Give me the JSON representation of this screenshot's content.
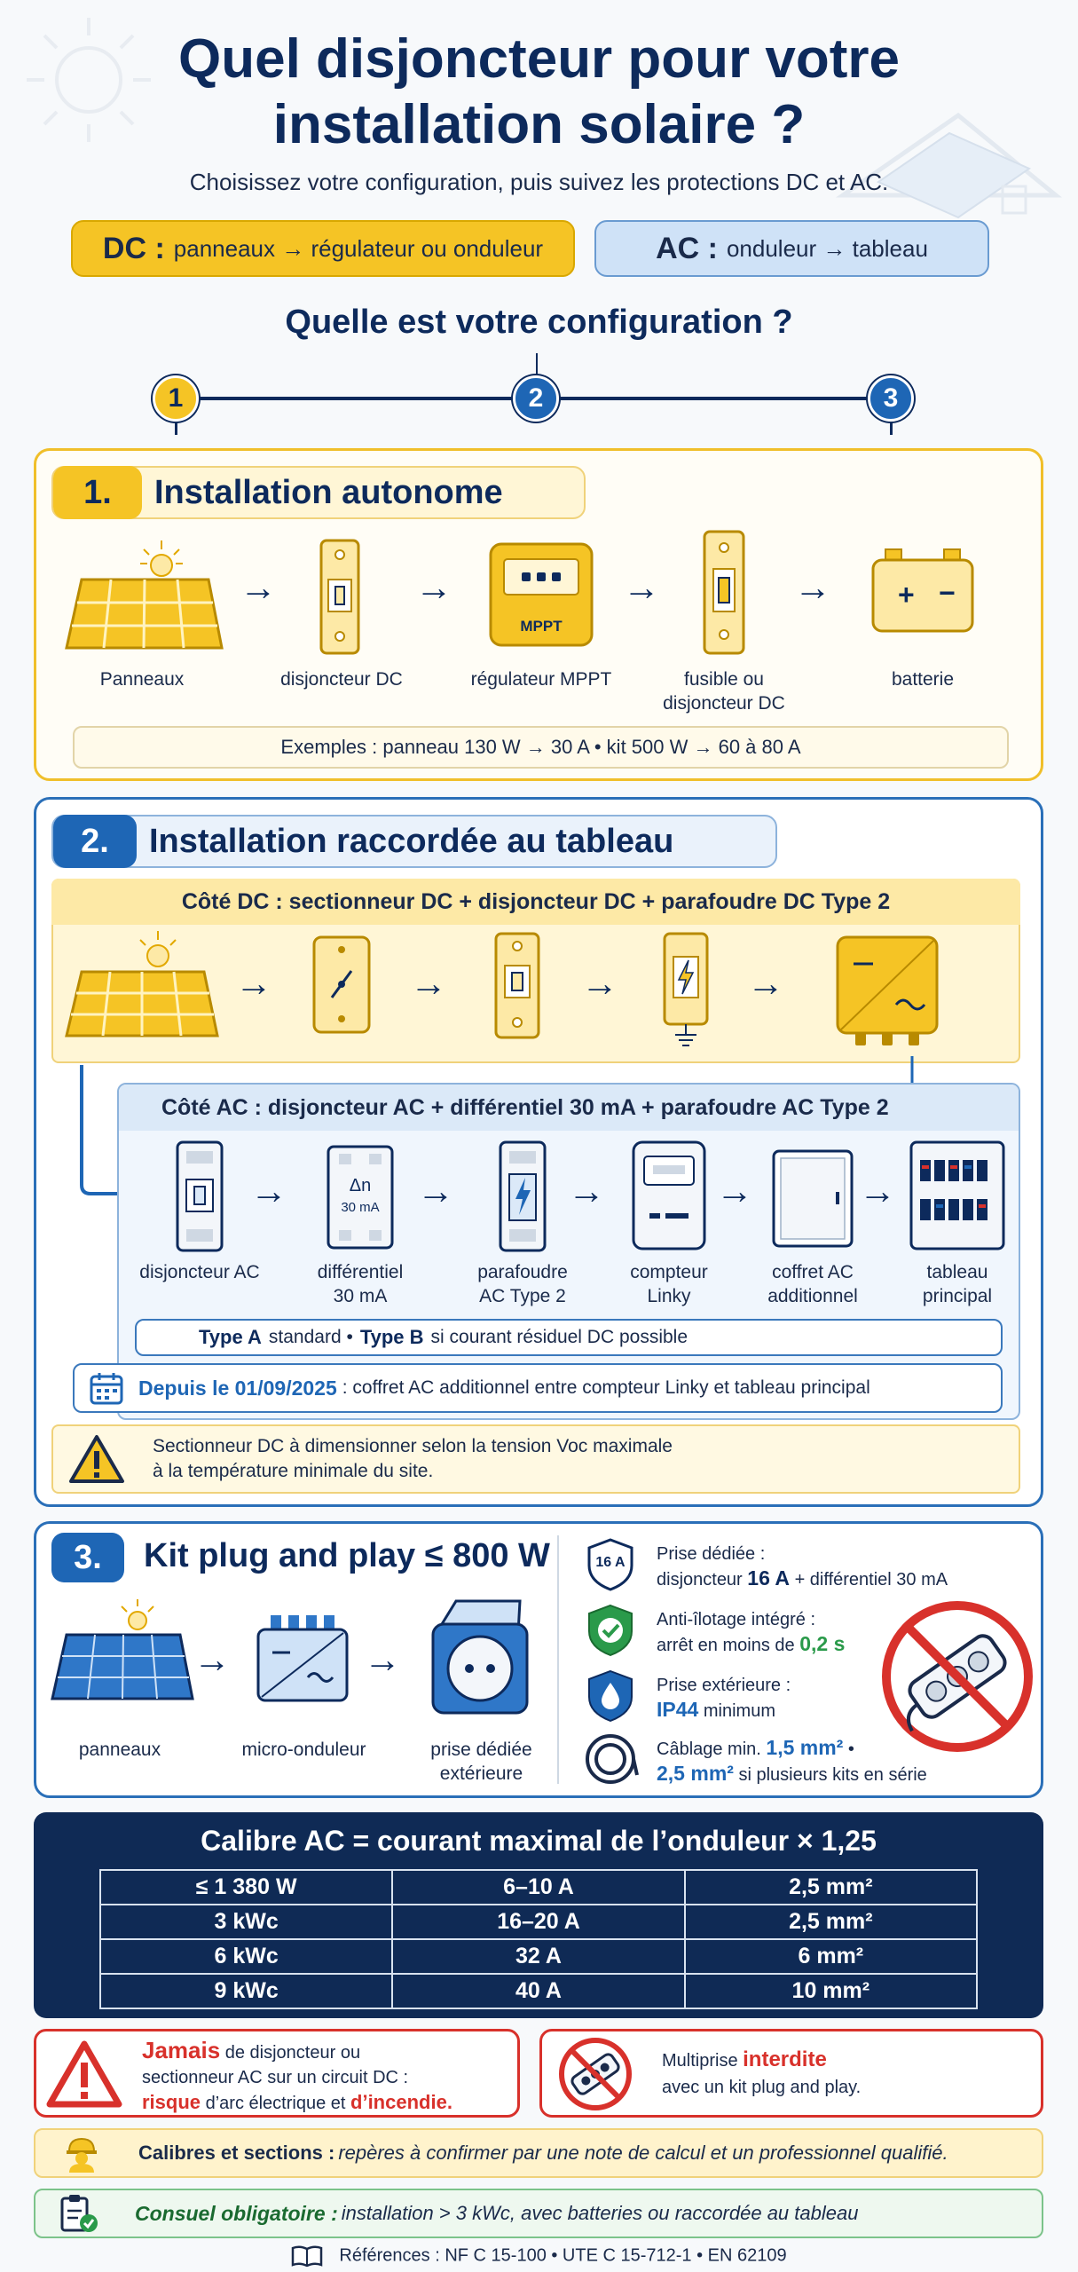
{
  "header": {
    "title_line1": "Quel disjoncteur pour votre",
    "title_line2": "installation solaire ?",
    "subtitle": "Choisissez votre configuration, puis suivez les protections DC et AC.",
    "dc_key": "DC :",
    "dc_text": "panneaux → régulateur ou onduleur",
    "ac_key": "AC :",
    "ac_text": "onduleur → tableau"
  },
  "question": "Quelle est votre configuration ?",
  "steps": [
    "1",
    "2",
    "3"
  ],
  "section1": {
    "number": "1.",
    "title": "Installation autonome",
    "items": [
      "Panneaux",
      "disjoncteur DC",
      "régulateur MPPT",
      "fusible ou",
      "disjoncteur DC",
      "batterie"
    ],
    "mppt_label": "MPPT",
    "examples": "Exemples :  panneau 130 W → 30 A  •  kit 500 W → 60 à 80 A"
  },
  "section2": {
    "number": "2.",
    "title": "Installation raccordée au tableau",
    "dc_title": "Côté DC :  sectionneur DC + disjoncteur DC + parafoudre DC Type 2",
    "ac_title": "Côté AC :  disjoncteur AC + différentiel 30 mA + parafoudre AC Type 2",
    "diff_label_1": "Δn",
    "diff_label_2": "30 mA",
    "ac_items": [
      {
        "l1": "disjoncteur AC",
        "l2": ""
      },
      {
        "l1": "différentiel",
        "l2": "30 mA"
      },
      {
        "l1": "parafoudre",
        "l2": "AC Type 2"
      },
      {
        "l1": "compteur",
        "l2": "Linky"
      },
      {
        "l1": "coffret AC",
        "l2": "additionnel"
      },
      {
        "l1": "tableau",
        "l2": "principal"
      }
    ],
    "type_a": "Type A",
    "type_a_text": "standard  •",
    "type_b": "Type B",
    "type_b_text": "si courant résiduel DC possible",
    "date_prefix": "Depuis le 01/09/2025",
    "date_text": ": coffret AC additionnel entre compteur Linky et tableau principal",
    "warning_line1": "Sectionneur DC à dimensionner selon la tension Voc maximale",
    "warning_line2": "à la température minimale du site."
  },
  "section3": {
    "number": "3.",
    "title": "Kit plug and play ≤ 800 W",
    "items": [
      "panneaux",
      "micro-onduleur",
      "prise dédiée",
      "extérieure"
    ],
    "shield_label": "16 A",
    "rules": [
      {
        "l1": "Prise dédiée :",
        "l2a": "disjoncteur ",
        "l2b": "16 A",
        "l2c": " + différentiel 30 mA"
      },
      {
        "l1": "Anti-îlotage intégré :",
        "l2a": "arrêt en moins de ",
        "l2b": "0,2 s",
        "l2c": ""
      },
      {
        "l1": "Prise extérieure :",
        "l2a": "",
        "l2b": "IP44",
        "l2c": " minimum"
      },
      {
        "l1a": "Câblage min. ",
        "l1b": "1,5 mm²",
        "l1c": " •",
        "l2a": "",
        "l2b": "2,5 mm²",
        "l2c": " si plusieurs kits en série"
      }
    ]
  },
  "calibre": {
    "title": "Calibre AC = courant maximal de l’onduleur × 1,25",
    "rows": [
      [
        "≤ 1 380 W",
        "6–10 A",
        "2,5 mm²"
      ],
      [
        "3 kWc",
        "16–20 A",
        "2,5 mm²"
      ],
      [
        "6 kWc",
        "32 A",
        "6 mm²"
      ],
      [
        "9 kWc",
        "40 A",
        "10 mm²"
      ]
    ]
  },
  "alerts": {
    "jamais": "Jamais",
    "jamais_text1": " de disjoncteur ou",
    "jamais_text2": "sectionneur AC sur un circuit DC :",
    "risque": "risque",
    "risque_text": " d’arc électrique et ",
    "incendie": "d’incendie.",
    "multiprise1": "Multiprise ",
    "interdite": "interdite",
    "multiprise2": "avec un kit plug and play."
  },
  "banners": {
    "calibres_key": "Calibres et sections :",
    "calibres_text": " repères à confirmer par une note de calcul et un professionnel qualifié.",
    "consuel_key": "Consuel obligatoire :",
    "consuel_text": " installation > 3 kWc, avec batteries ou raccordée au tableau"
  },
  "references": "Références :  NF C 15-100  •  UTE C 15-712-1  •  EN 62109",
  "colors": {
    "navy": "#0d2a5c",
    "yellow": "#f5c425",
    "blue": "#1e66b5",
    "red": "#d8312b",
    "green": "#2a9a4a"
  }
}
